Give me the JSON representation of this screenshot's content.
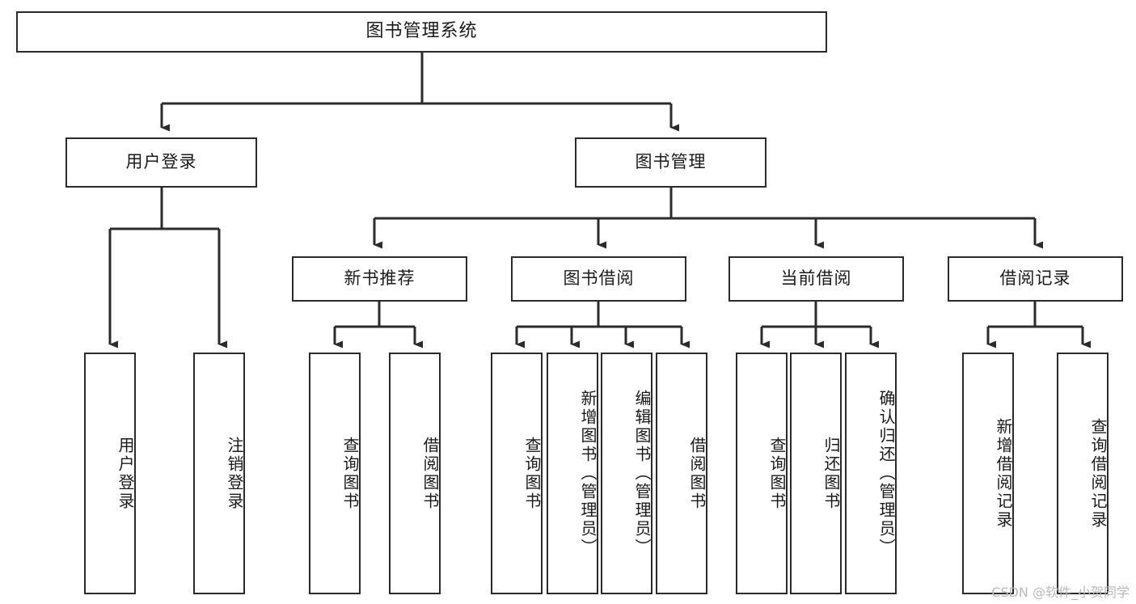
{
  "diagram": {
    "title": "图书管理系统",
    "type": "tree",
    "watermark": "CSDN @软件_小贺同学",
    "colors": {
      "box_border": "#2b2b2b",
      "box_fill": "#ffffff",
      "edge": "#2b2b2b",
      "text": "#1a1a1a",
      "watermark": "#b9b9b9"
    },
    "nodes": {
      "root": {
        "label": "图书管理系统",
        "level": 0,
        "orientation": "horizontal"
      },
      "user_login": {
        "label": "用户登录",
        "level": 1,
        "orientation": "horizontal"
      },
      "book_manage": {
        "label": "图书管理",
        "level": 1,
        "orientation": "horizontal"
      },
      "new_book_rec": {
        "label": "新书推荐",
        "level": 2,
        "orientation": "horizontal"
      },
      "book_borrow": {
        "label": "图书借阅",
        "level": 2,
        "orientation": "horizontal"
      },
      "current_borrow": {
        "label": "当前借阅",
        "level": 2,
        "orientation": "horizontal"
      },
      "borrow_record": {
        "label": "借阅记录",
        "level": 2,
        "orientation": "horizontal"
      },
      "leaf_user_login": {
        "label": "用户登录",
        "level": 2,
        "orientation": "vertical"
      },
      "leaf_logout": {
        "label": "注销登录",
        "level": 2,
        "orientation": "vertical"
      },
      "leaf_query_book_1": {
        "label": "查询图书",
        "level": 3,
        "orientation": "vertical"
      },
      "leaf_borrow_book_1": {
        "label": "借阅图书",
        "level": 3,
        "orientation": "vertical"
      },
      "leaf_query_book_2": {
        "label": "查询图书",
        "level": 3,
        "orientation": "vertical"
      },
      "leaf_add_book": {
        "label": "新增图书（管理员）",
        "level": 3,
        "orientation": "vertical"
      },
      "leaf_edit_book": {
        "label": "编辑图书（管理员）",
        "level": 3,
        "orientation": "vertical"
      },
      "leaf_borrow_book_2": {
        "label": "借阅图书",
        "level": 3,
        "orientation": "vertical"
      },
      "leaf_query_book_3": {
        "label": "查询图书",
        "level": 3,
        "orientation": "vertical"
      },
      "leaf_return_book": {
        "label": "归还图书",
        "level": 3,
        "orientation": "vertical"
      },
      "leaf_confirm_return": {
        "label": "确认归还（管理员）",
        "level": 3,
        "orientation": "vertical"
      },
      "leaf_add_record": {
        "label": "新增借阅记录",
        "level": 3,
        "orientation": "vertical"
      },
      "leaf_query_record": {
        "label": "查询借阅记录",
        "level": 3,
        "orientation": "vertical"
      }
    },
    "edges": [
      {
        "from": "root",
        "to": "user_login"
      },
      {
        "from": "root",
        "to": "book_manage"
      },
      {
        "from": "user_login",
        "to": "leaf_user_login"
      },
      {
        "from": "user_login",
        "to": "leaf_logout"
      },
      {
        "from": "book_manage",
        "to": "new_book_rec"
      },
      {
        "from": "book_manage",
        "to": "book_borrow"
      },
      {
        "from": "book_manage",
        "to": "current_borrow"
      },
      {
        "from": "book_manage",
        "to": "borrow_record"
      },
      {
        "from": "new_book_rec",
        "to": "leaf_query_book_1"
      },
      {
        "from": "new_book_rec",
        "to": "leaf_borrow_book_1"
      },
      {
        "from": "book_borrow",
        "to": "leaf_query_book_2"
      },
      {
        "from": "book_borrow",
        "to": "leaf_add_book"
      },
      {
        "from": "book_borrow",
        "to": "leaf_edit_book"
      },
      {
        "from": "book_borrow",
        "to": "leaf_borrow_book_2"
      },
      {
        "from": "current_borrow",
        "to": "leaf_query_book_3"
      },
      {
        "from": "current_borrow",
        "to": "leaf_return_book"
      },
      {
        "from": "current_borrow",
        "to": "leaf_confirm_return"
      },
      {
        "from": "borrow_record",
        "to": "leaf_add_record"
      },
      {
        "from": "borrow_record",
        "to": "leaf_query_record"
      }
    ]
  }
}
